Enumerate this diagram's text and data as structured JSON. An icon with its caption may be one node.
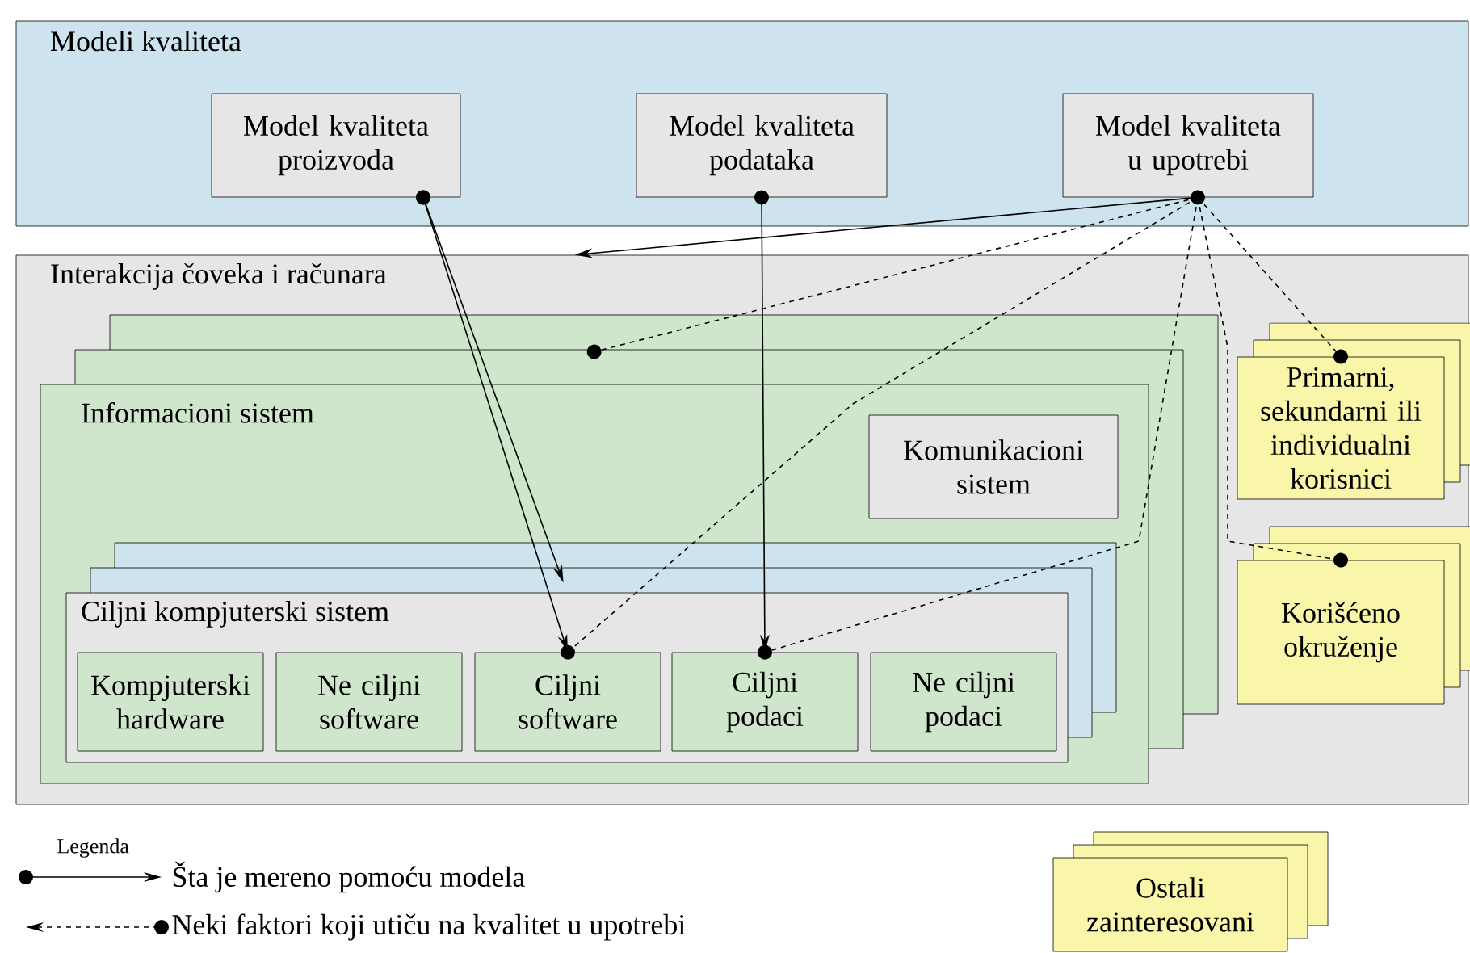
{
  "diagram": {
    "nodes": [
      {
        "text": [
          "Modeli kvaliteta"
        ]
      },
      {
        "text": [
          "Model kvaliteta proizvoda"
        ],
        "in": 0
      },
      {
        "text": [
          "Model kvaliteta podataka"
        ],
        "in": 0
      },
      {
        "text": [
          "Model kvaliteta u upotrebi"
        ],
        "in": 0
      },
      {
        "text": [
          "Interakcija čoveka i računara"
        ]
      },
      {
        "text": [
          "Informacioni sistem"
        ],
        "in": 4
      },
      {
        "text": [
          "Komunikacioni sistem"
        ],
        "in": 5
      },
      {
        "text": [
          "Ciljni kompjuterski sistem"
        ],
        "in": 5
      },
      {
        "text": [
          "Kompjuterski hardware"
        ],
        "in": 7
      },
      {
        "text": [
          "Ne ciljni software"
        ],
        "in": 7
      },
      {
        "text": [
          "Ciljni software"
        ],
        "in": 7
      },
      {
        "text": [
          "Ciljni podaci"
        ],
        "in": 7
      },
      {
        "text": [
          "Ne ciljni podaci"
        ],
        "in": 7
      },
      {
        "text": [
          "Primarni, sekundarni ili individualni korisnici"
        ],
        "in": 4
      },
      {
        "text": [
          "Korišćeno okruženje"
        ],
        "in": 4
      },
      {
        "text": [
          "Ostali zainteresovani"
        ]
      }
    ],
    "edges": [
      {
        "from": 1,
        "to": 10,
        "arrow": "to"
      },
      {
        "from": 1,
        "to": 7,
        "arrow": "to"
      },
      {
        "from": 2,
        "to": 11,
        "arrow": "to"
      },
      {
        "from": 3,
        "to": 4,
        "arrow": "to"
      },
      {
        "from": 3,
        "to": 5,
        "arrow": "other",
        "style": "dashed"
      },
      {
        "from": 3,
        "to": 10,
        "arrow": "other",
        "style": "dashed"
      },
      {
        "from": 3,
        "to": 11,
        "arrow": "other",
        "style": "dashed"
      },
      {
        "from": 3,
        "to": 13,
        "arrow": "other",
        "style": "dashed"
      },
      {
        "from": 3,
        "to": 14,
        "arrow": "other",
        "style": "dashed"
      }
    ],
    "labels": [
      "Legenda"
    ],
    "legend": [
      {
        "text": "Šta je mereno pomoću modela"
      },
      {
        "text": "Neki faktori koji utiču na kvalitet u upotrebi"
      }
    ]
  }
}
